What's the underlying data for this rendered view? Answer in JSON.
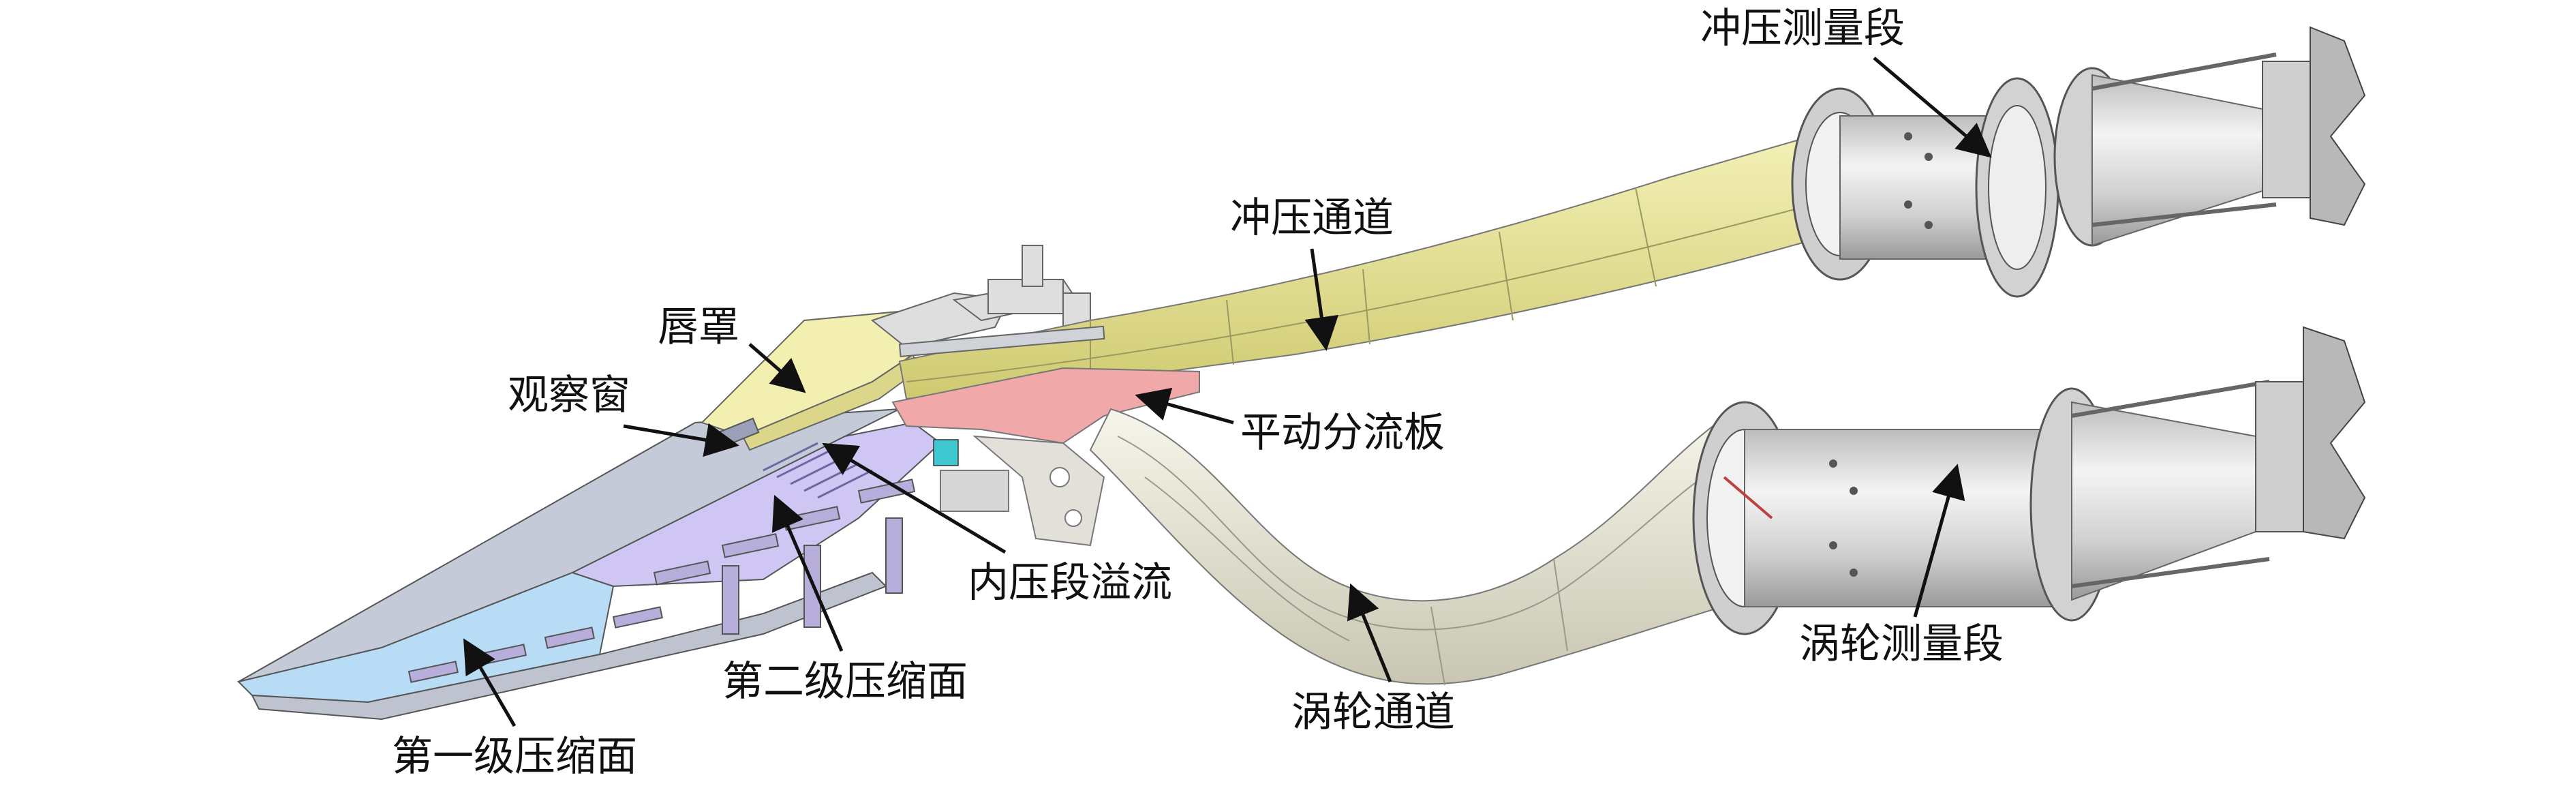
{
  "labels": {
    "ram_measure": "冲压测量段",
    "ram_channel": "冲压通道",
    "lip_cowl": "唇罩",
    "window": "观察窗",
    "splitter": "平动分流板",
    "internal_bleed": "内压段溢流",
    "ramp2": "第二级压缩面",
    "ramp1": "第一级压缩面",
    "turbo_channel": "涡轮通道",
    "turbo_measure": "涡轮测量段"
  },
  "colors": {
    "ramp1": "#b8dcf6",
    "ramp2": "#cfc6f4",
    "forebody": "#c5cad8",
    "cowl": "#f2efb0",
    "ram_duct": "#e6e29a",
    "splitter": "#f0a8a8",
    "turbo_duct": "#ecebdc",
    "metal": "#d8d8d8",
    "cyan": "#40c8d0"
  }
}
